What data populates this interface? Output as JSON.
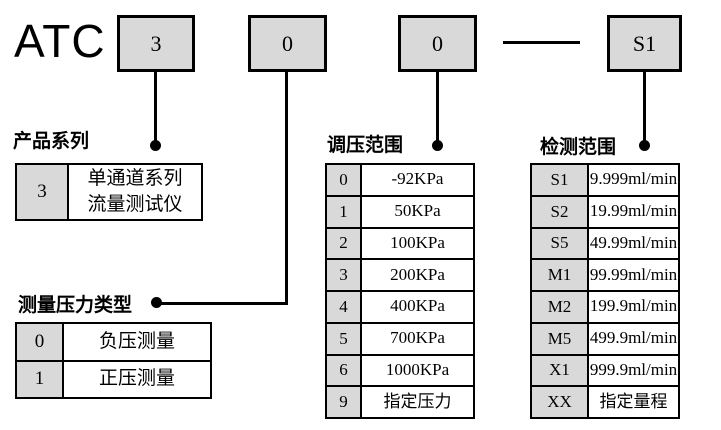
{
  "prefix": "ATC",
  "code_boxes": [
    {
      "value": "3"
    },
    {
      "value": "0"
    },
    {
      "value": "0"
    },
    {
      "value": "S1"
    }
  ],
  "sections": {
    "product_series": {
      "heading": "产品系列",
      "rows": [
        {
          "code": "3",
          "label": "单通道系列\n流量测试仪"
        }
      ]
    },
    "pressure_type": {
      "heading": "测量压力类型",
      "rows": [
        {
          "code": "0",
          "label": "负压测量"
        },
        {
          "code": "1",
          "label": "正压测量"
        }
      ]
    },
    "pressure_range": {
      "heading": "调压范围",
      "rows": [
        {
          "code": "0",
          "label": "-92KPa"
        },
        {
          "code": "1",
          "label": "50KPa"
        },
        {
          "code": "2",
          "label": "100KPa"
        },
        {
          "code": "3",
          "label": "200KPa"
        },
        {
          "code": "4",
          "label": "400KPa"
        },
        {
          "code": "5",
          "label": "700KPa"
        },
        {
          "code": "6",
          "label": "1000KPa"
        },
        {
          "code": "9",
          "label": "指定压力"
        }
      ]
    },
    "detection_range": {
      "heading": "检测范围",
      "rows": [
        {
          "code": "S1",
          "label": "9.999ml/min"
        },
        {
          "code": "S2",
          "label": "19.99ml/min"
        },
        {
          "code": "S5",
          "label": "49.99ml/min"
        },
        {
          "code": "M1",
          "label": "99.99ml/min"
        },
        {
          "code": "M2",
          "label": "199.9ml/min"
        },
        {
          "code": "M5",
          "label": "499.9ml/min"
        },
        {
          "code": "X1",
          "label": "999.9ml/min"
        },
        {
          "code": "XX",
          "label": "指定量程"
        }
      ]
    }
  },
  "colors": {
    "box_fill": "#d9d9d9",
    "border": "#000000",
    "background": "#ffffff"
  }
}
